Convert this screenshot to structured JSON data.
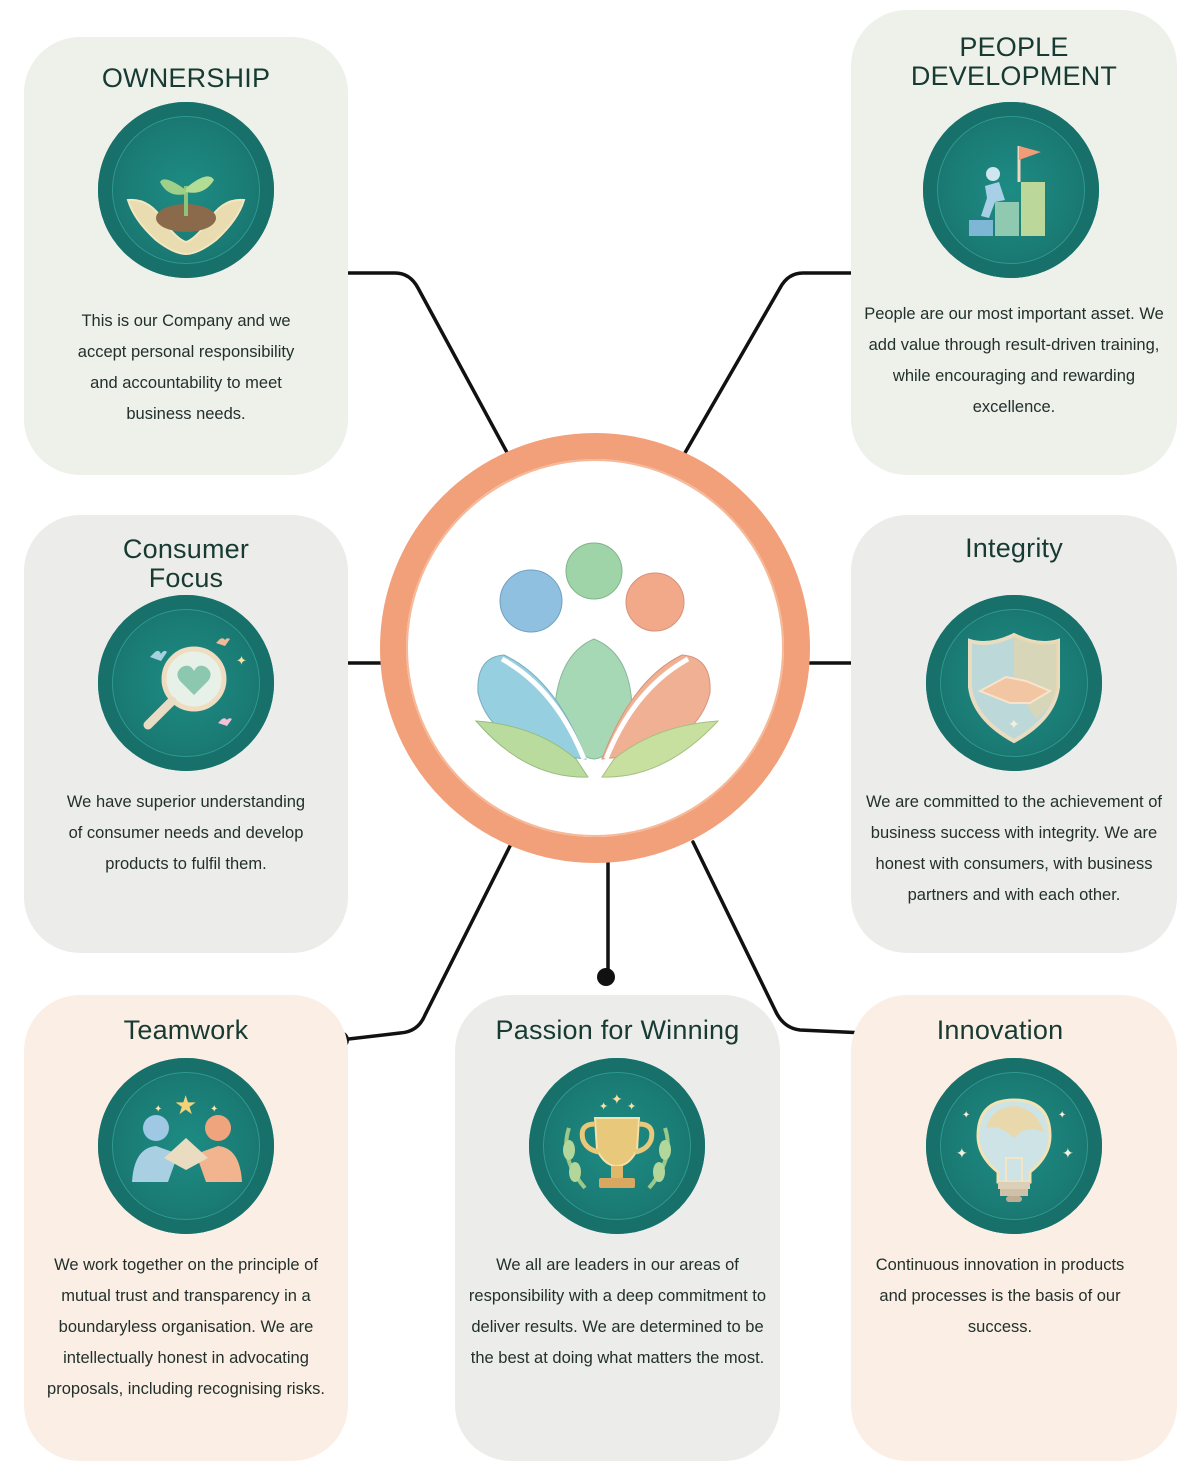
{
  "cards": {
    "ownership": {
      "title": "OWNERSHIP",
      "text": "This is our Company and we accept personal responsibility and accountability to meet business needs.",
      "icon": "plant-in-hands-icon"
    },
    "people_development": {
      "title_line1": "PEOPLE",
      "title_line2": "DEVELOPMENT",
      "text": "People are our most important asset. We add value through result-driven training, while encouraging and rewarding excellence.",
      "icon": "climbing-steps-flag-icon"
    },
    "consumer_focus": {
      "title_line1": "Consumer",
      "title_line2": "Focus",
      "text": "We have superior understanding of consumer needs and develop products to fulfil them.",
      "icon": "magnifier-heart-icon"
    },
    "integrity": {
      "title": "Integrity",
      "text": "We are committed to the achievement of business success with integrity. We are honest with consumers, with business partners and with each other.",
      "icon": "shield-handshake-icon"
    },
    "teamwork": {
      "title": "Teamwork",
      "text": "We work together on the principle of mutual trust and transparency in a boundaryless organisation. We are intellectually honest in advocating proposals, including recognising risks.",
      "icon": "joined-hands-star-icon"
    },
    "passion_for_winning": {
      "title": "Passion for Winning",
      "text": "We all are leaders in our areas of responsibility with a deep commitment to deliver results. We are determined to be the best at doing what matters the most.",
      "icon": "trophy-laurel-icon"
    },
    "innovation": {
      "title": "Innovation",
      "text": "Continuous innovation in products and processes is the basis of our success.",
      "icon": "lightbulb-icon"
    }
  },
  "center": {
    "icon": "three-people-leaves-icon"
  },
  "colors": {
    "ring": "#f2a07a",
    "medal": "#1a7a73",
    "card_grey": "#ececea",
    "card_sage": "#eef0ea",
    "card_peach": "#fbeee4",
    "connector": "#111111"
  }
}
